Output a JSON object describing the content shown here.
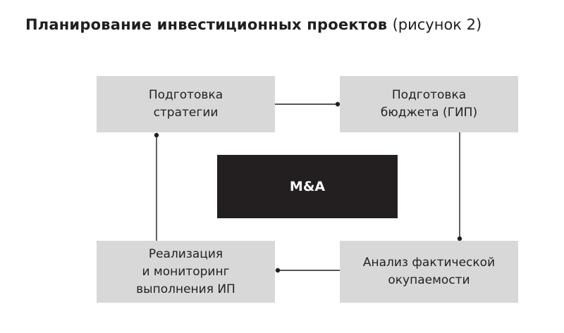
{
  "title": {
    "bold": "Планирование инвестиционных проектов",
    "rest": "(рисунок 2)"
  },
  "diagram": {
    "nodes": {
      "strategy": "Подготовка\nстратегии",
      "budget": "Подготовка\nбюджета (ГИП)",
      "analysis": "Анализ фактической\nокупаемости",
      "implementation": "Реализация\nи мониторинг\nвыполнения ИП",
      "center": "M&A"
    },
    "edges": [
      {
        "from": "strategy",
        "to": "budget"
      },
      {
        "from": "budget",
        "to": "analysis"
      },
      {
        "from": "analysis",
        "to": "implementation"
      },
      {
        "from": "implementation",
        "to": "strategy"
      }
    ],
    "colors": {
      "box_fill": "#d8d8d8",
      "center_fill": "#231f20",
      "center_text": "#ffffff",
      "line": "#231f20"
    }
  }
}
